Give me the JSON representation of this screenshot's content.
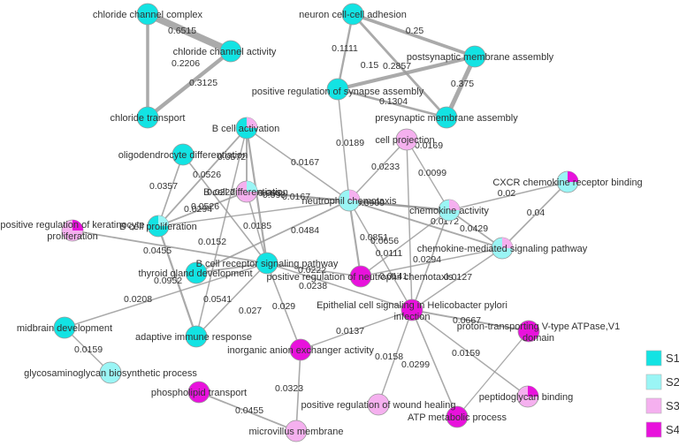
{
  "colors": {
    "S1": "#13e3e3",
    "S2": "#9af5f5",
    "S3": "#f5b0ef",
    "S4": "#e812dc",
    "edge": "#9b9b9b"
  },
  "legend": [
    {
      "key": "S1",
      "label": "S1"
    },
    {
      "key": "S2",
      "label": "S2"
    },
    {
      "key": "S3",
      "label": "S3"
    },
    {
      "key": "S4",
      "label": "S4"
    }
  ],
  "nodes": [
    {
      "id": "chloride_channel_complex",
      "label": "chloride channel complex",
      "fill": "S1"
    },
    {
      "id": "chloride_channel_activity",
      "label": "chloride channel activity",
      "fill": "S1"
    },
    {
      "id": "chloride_transport",
      "label": "chloride transport",
      "fill": "S1"
    },
    {
      "id": "neuron_cell_cell_adhesion",
      "label": "neuron cell-cell adhesion",
      "fill": "S1"
    },
    {
      "id": "postsynaptic_membrane_assembly",
      "label": "postsynaptic membrane assembly",
      "fill": "S1"
    },
    {
      "id": "positive_regulation_of_synapse_assembly",
      "label": "positive regulation of synapse assembly",
      "fill": "S1"
    },
    {
      "id": "presynaptic_membrane_assembly",
      "label": "presynaptic membrane assembly",
      "fill": "S1"
    },
    {
      "id": "b_cell_activation",
      "label": "B cell activation",
      "fill": "S1",
      "wedge": "S3"
    },
    {
      "id": "cell_projection",
      "label": "cell projection",
      "fill": "S3"
    },
    {
      "id": "oligodendrocyte_differentiation",
      "label": "oligodendrocyte differentiation",
      "fill": "S1"
    },
    {
      "id": "cxcr_chemokine_receptor_binding",
      "label": "CXCR chemokine receptor binding",
      "fill": "S2",
      "wedge": "S4"
    },
    {
      "id": "b_cell_differentiation",
      "label": "B cell differentiation",
      "fill": "S3",
      "wedge": "S2"
    },
    {
      "id": "neutrophil_chemotaxis",
      "label": "neutrophil chemotaxis",
      "fill": "S2",
      "wedge": "S3"
    },
    {
      "id": "chemokine_activity",
      "label": "chemokine activity",
      "fill": "S2",
      "wedge": "S3"
    },
    {
      "id": "positive_regulation_of_keratinocyte_proliferation",
      "label": "positive regulation of keratinocyte proliferation",
      "fill": "S3",
      "wedge": "S4"
    },
    {
      "id": "b_cell_proliferation",
      "label": "B cell proliferation",
      "fill": "S1",
      "wedge": "S2"
    },
    {
      "id": "chemokine_mediated_signaling_pathway",
      "label": "chemokine-mediated signaling pathway",
      "fill": "S2",
      "wedge": "S3"
    },
    {
      "id": "b_cell_receptor_signaling_pathway",
      "label": "B cell receptor signaling pathway",
      "fill": "S1"
    },
    {
      "id": "thyroid_gland_development",
      "label": "thyroid gland development",
      "fill": "S1"
    },
    {
      "id": "positive_regulation_of_neutrophil_chemotaxis",
      "label": "positive regulation of neutrophil chemotaxis",
      "fill": "S4"
    },
    {
      "id": "epithelial_cell_signaling_in_helicobacter_pylori_infection",
      "label": "Epithelial cell signaling in Helicobacter pylori infection",
      "fill": "S4"
    },
    {
      "id": "proton_transporting_v_type_atpase_v1_domain",
      "label": "proton-transporting V-type ATPase,V1 domain",
      "fill": "S4"
    },
    {
      "id": "midbrain_development",
      "label": "midbrain development",
      "fill": "S1"
    },
    {
      "id": "adaptive_immune_response",
      "label": "adaptive immune response",
      "fill": "S1"
    },
    {
      "id": "inorganic_anion_exchanger_activity",
      "label": "inorganic anion exchanger activity",
      "fill": "S4"
    },
    {
      "id": "glycosaminoglycan_biosynthetic_process",
      "label": "glycosaminoglycan biosynthetic process",
      "fill": "S2"
    },
    {
      "id": "phospholipid_transport",
      "label": "phospholipid transport",
      "fill": "S4"
    },
    {
      "id": "positive_regulation_of_wound_healing",
      "label": "positive regulation of wound healing",
      "fill": "S3"
    },
    {
      "id": "peptidoglycan_binding",
      "label": "peptidoglycan binding",
      "fill": "S3",
      "wedge": "S4"
    },
    {
      "id": "atp_metabolic_process",
      "label": "ATP metabolic process",
      "fill": "S4"
    },
    {
      "id": "microvillus_membrane",
      "label": "microvillus membrane",
      "fill": "S3"
    }
  ],
  "edges": [
    {
      "source": "chloride_channel_complex",
      "target": "chloride_channel_activity",
      "weight": "0.6515"
    },
    {
      "source": "chloride_channel_complex",
      "target": "chloride_transport",
      "weight": "0.2206"
    },
    {
      "source": "chloride_channel_activity",
      "target": "chloride_transport",
      "weight": "0.3125"
    },
    {
      "source": "neuron_cell_cell_adhesion",
      "target": "postsynaptic_membrane_assembly",
      "weight": "0.25"
    },
    {
      "source": "neuron_cell_cell_adhesion",
      "target": "positive_regulation_of_synapse_assembly",
      "weight": "0.1111"
    },
    {
      "source": "neuron_cell_cell_adhesion",
      "target": "presynaptic_membrane_assembly",
      "weight": "0.15"
    },
    {
      "source": "positive_regulation_of_synapse_assembly",
      "target": "postsynaptic_membrane_assembly",
      "weight": "0.2857"
    },
    {
      "source": "positive_regulation_of_synapse_assembly",
      "target": "presynaptic_membrane_assembly",
      "weight": "0.1304"
    },
    {
      "source": "postsynaptic_membrane_assembly",
      "target": "presynaptic_membrane_assembly",
      "weight": "0.375"
    },
    {
      "source": "positive_regulation_of_synapse_assembly",
      "target": "neutrophil_chemotaxis",
      "weight": "0.0189"
    },
    {
      "source": "b_cell_activation",
      "target": "neutrophil_chemotaxis",
      "weight": "0.0167"
    },
    {
      "source": "b_cell_activation",
      "target": "b_cell_differentiation",
      "weight": "0.0572"
    },
    {
      "source": "b_cell_activation",
      "target": "b_cell_proliferation",
      "weight": "0.0526"
    },
    {
      "source": "b_cell_activation",
      "target": "b_cell_receptor_signaling_pathway",
      "weight": "0.093"
    },
    {
      "source": "b_cell_activation",
      "target": "adaptive_immune_response",
      "weight": "0.0227"
    },
    {
      "source": "oligodendrocyte_differentiation",
      "target": "b_cell_proliferation",
      "weight": "0.0357"
    },
    {
      "source": "oligodendrocyte_differentiation",
      "target": "b_cell_receptor_signaling_pathway",
      "weight": "0.0294"
    },
    {
      "source": "b_cell_differentiation",
      "target": "neutrophil_chemotaxis",
      "weight": "0.0167"
    },
    {
      "source": "b_cell_differentiation",
      "target": "b_cell_proliferation",
      "weight": "0.0526"
    },
    {
      "source": "b_cell_differentiation",
      "target": "b_cell_receptor_signaling_pathway",
      "weight": "0.0185"
    },
    {
      "source": "b_cell_proliferation",
      "target": "neutrophil_chemotaxis",
      "weight": "0.0152"
    },
    {
      "source": "b_cell_proliferation",
      "target": "adaptive_immune_response",
      "weight": "0.0952"
    },
    {
      "source": "positive_regulation_of_keratinocyte_proliferation",
      "target": "b_cell_receptor_signaling_pathway",
      "weight": "0.0455"
    },
    {
      "source": "thyroid_gland_development",
      "target": "neutrophil_chemotaxis",
      "weight": "0.0484"
    },
    {
      "source": "b_cell_receptor_signaling_pathway",
      "target": "epithelial_cell_signaling_in_helicobacter_pylori_infection",
      "weight": "0.0238"
    },
    {
      "source": "b_cell_receptor_signaling_pathway",
      "target": "positive_regulation_of_neutrophil_chemotaxis",
      "weight": "0.0222"
    },
    {
      "source": "b_cell_receptor_signaling_pathway",
      "target": "inorganic_anion_exchanger_activity",
      "weight": "0.029"
    },
    {
      "source": "b_cell_receptor_signaling_pathway",
      "target": "adaptive_immune_response",
      "weight": "0.027"
    },
    {
      "source": "b_cell_receptor_signaling_pathway",
      "target": "midbrain_development",
      "weight": "0.0208"
    },
    {
      "source": "b_cell_receptor_signaling_pathway",
      "target": "thyroid_gland_development",
      "weight": "0.0541"
    },
    {
      "source": "cell_projection",
      "target": "neutrophil_chemotaxis",
      "weight": "0.0233"
    },
    {
      "source": "cell_projection",
      "target": "chemokine_activity",
      "weight": "0.0099"
    },
    {
      "source": "cell_projection",
      "target": "epithelial_cell_signaling_in_helicobacter_pylori_infection",
      "weight": "0.0169"
    },
    {
      "source": "neutrophil_chemotaxis",
      "target": "chemokine_activity",
      "weight": "0.0909"
    },
    {
      "source": "neutrophil_chemotaxis",
      "target": "chemokine_mediated_signaling_pathway",
      "weight": "0.0656"
    },
    {
      "source": "neutrophil_chemotaxis",
      "target": "positive_regulation_of_neutrophil_chemotaxis",
      "weight": "0.0851"
    },
    {
      "source": "neutrophil_chemotaxis",
      "target": "epithelial_cell_signaling_in_helicobacter_pylori_infection",
      "weight": "0.0141"
    },
    {
      "source": "chemokine_activity",
      "target": "chemokine_mediated_signaling_pathway",
      "weight": "0.0429"
    },
    {
      "source": "chemokine_activity",
      "target": "positive_regulation_of_neutrophil_chemotaxis",
      "weight": "0.0111"
    },
    {
      "source": "chemokine_activity",
      "target": "epithelial_cell_signaling_in_helicobacter_pylori_infection",
      "weight": "0.0294"
    },
    {
      "source": "chemokine_activity",
      "target": "cxcr_chemokine_receptor_binding",
      "weight": "0.02"
    },
    {
      "source": "chemokine_activity",
      "target": "b_cell_differentiation",
      "weight": "0.098"
    },
    {
      "source": "chemokine_mediated_signaling_pathway",
      "target": "cxcr_chemokine_receptor_binding",
      "weight": "0.04"
    },
    {
      "source": "chemokine_mediated_signaling_pathway",
      "target": "epithelial_cell_signaling_in_helicobacter_pylori_infection",
      "weight": "0.0127"
    },
    {
      "source": "positive_regulation_of_neutrophil_chemotaxis",
      "target": "chemokine_mediated_signaling_pathway",
      "weight": "0.0172"
    },
    {
      "source": "epithelial_cell_signaling_in_helicobacter_pylori_infection",
      "target": "proton_transporting_v_type_atpase_v1_domain",
      "weight": "0.0667"
    },
    {
      "source": "epithelial_cell_signaling_in_helicobacter_pylori_infection",
      "target": "inorganic_anion_exchanger_activity",
      "weight": "0.0137"
    },
    {
      "source": "epithelial_cell_signaling_in_helicobacter_pylori_infection",
      "target": "positive_regulation_of_wound_healing",
      "weight": "0.0158"
    },
    {
      "source": "epithelial_cell_signaling_in_helicobacter_pylori_infection",
      "target": "atp_metabolic_process",
      "weight": "0.0299"
    },
    {
      "source": "epithelial_cell_signaling_in_helicobacter_pylori_infection",
      "target": "peptidoglycan_binding",
      "weight": "0.0159"
    },
    {
      "source": "proton_transporting_v_type_atpase_v1_domain",
      "target": "atp_metabolic_process",
      "weight": ""
    },
    {
      "source": "inorganic_anion_exchanger_activity",
      "target": "microvillus_membrane",
      "weight": "0.0323"
    },
    {
      "source": "midbrain_development",
      "target": "glycosaminoglycan_biosynthetic_process",
      "weight": "0.0159"
    },
    {
      "source": "phospholipid_transport",
      "target": "microvillus_membrane",
      "weight": "0.0455"
    }
  ]
}
